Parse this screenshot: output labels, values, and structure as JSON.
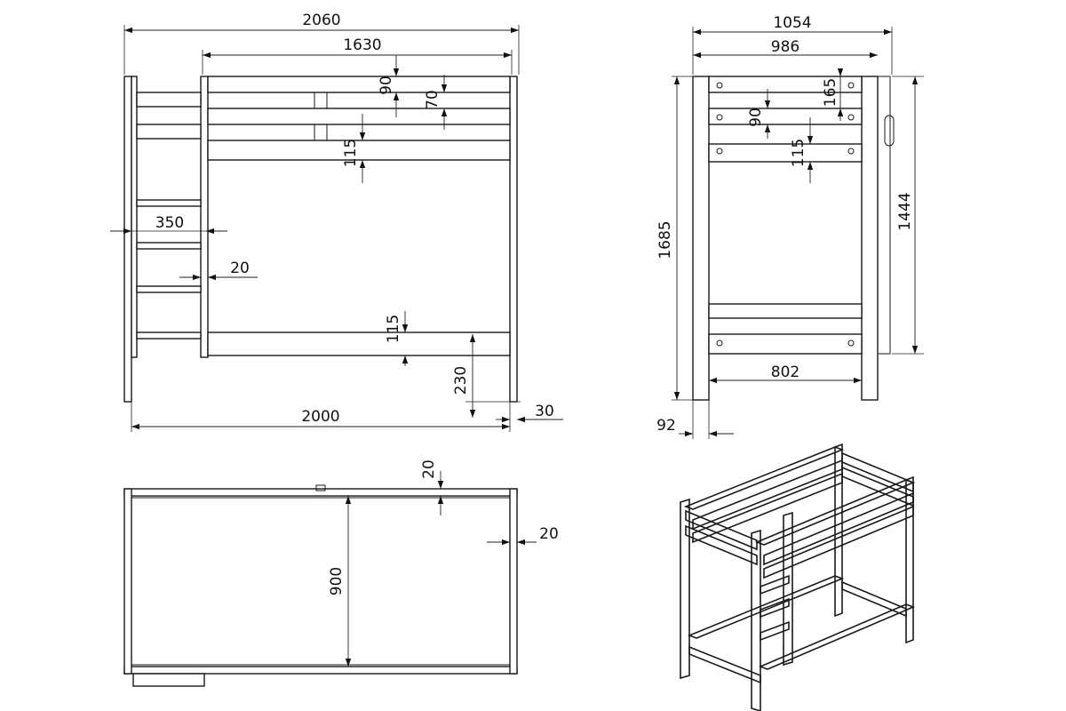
{
  "views": {
    "front": {
      "dims": {
        "overall_width": "2060",
        "rail_length": "1630",
        "top_board_gap": "90",
        "board_height": "70",
        "upper_bottom_rail": "115",
        "ladder_width": "350",
        "ladder_rung": "20",
        "lower_rail": "115",
        "floor_clearance": "230",
        "inner_length": "2000",
        "post_width": "30"
      }
    },
    "side": {
      "dims": {
        "overall_width": "1054",
        "inner_width": "986",
        "top_board_height": "165",
        "board_gap": "90",
        "bottom_rail": "115",
        "overall_height": "1685",
        "upper_height": "1444",
        "lower_span": "802",
        "post_width": "92"
      }
    },
    "top": {
      "dims": {
        "frame_thickness": "20",
        "inner_width": "900",
        "end_thickness": "20"
      }
    },
    "isometric": {}
  }
}
